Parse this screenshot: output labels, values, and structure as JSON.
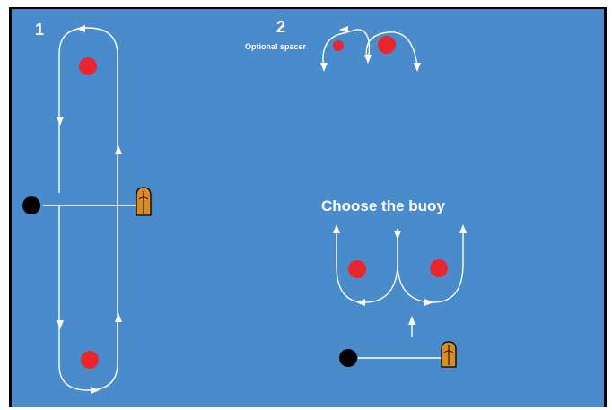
{
  "diagram": {
    "labels": {
      "pattern_1": "1",
      "pattern_2": "2",
      "optional_spacer": "Optional spacer",
      "choose_buoy": "Choose the buoy"
    },
    "colors": {
      "water": "#4a8bcb",
      "buoy": "#e8262b",
      "route": "#ffffff",
      "boat_hull": "#d98b24",
      "start_marker": "#000000"
    },
    "icons": [
      "red-buoy-icon",
      "black-start-marker-icon",
      "boat-icon",
      "white-arrow-icon"
    ]
  }
}
